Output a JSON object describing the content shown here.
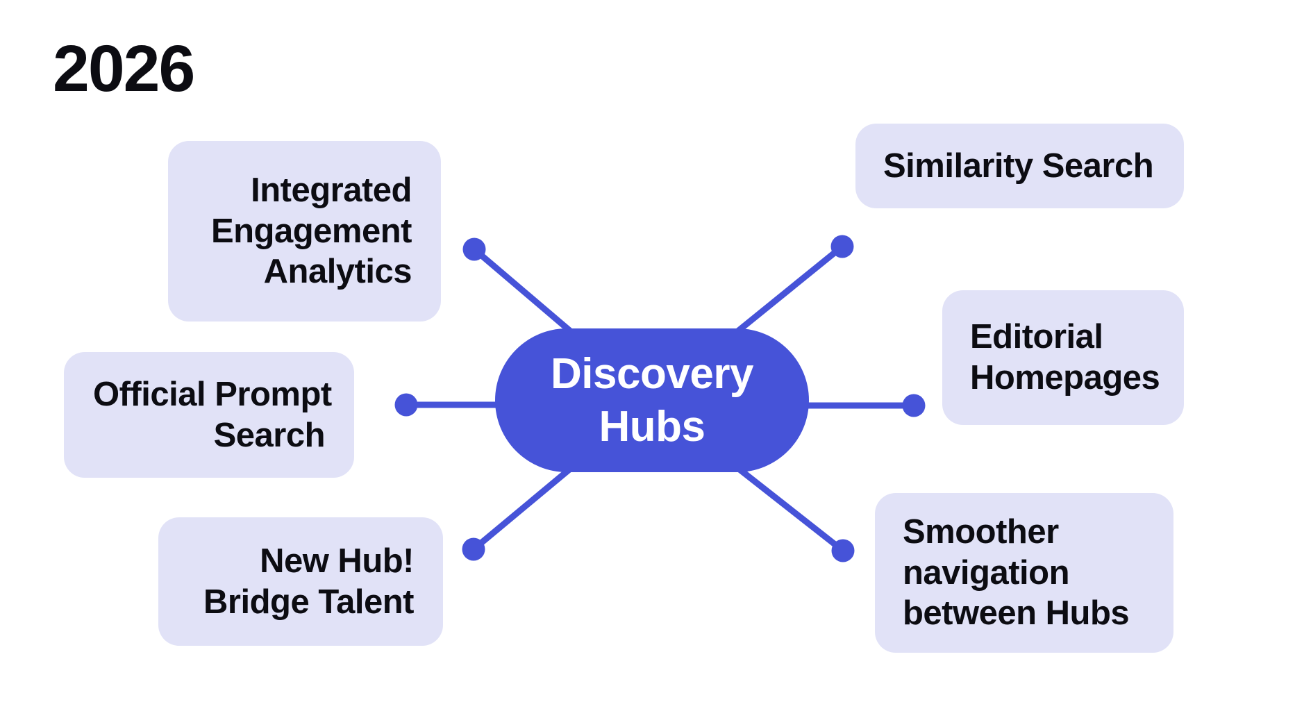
{
  "page": {
    "title": "2026"
  },
  "colors": {
    "accent": "#4653d8",
    "box_bg": "#e1e2f7",
    "text": "#0c0c12",
    "hub_text": "#ffffff",
    "background": "#ffffff"
  },
  "hub": {
    "lines": [
      "Discovery",
      "Hubs"
    ]
  },
  "nodes": [
    {
      "id": "integrated-engagement-analytics",
      "side": "left",
      "lines": [
        "Integrated",
        "Engagement",
        "Analytics"
      ]
    },
    {
      "id": "official-prompt-search",
      "side": "left",
      "lines": [
        "Official Prompt",
        "Search"
      ]
    },
    {
      "id": "new-hub-bridge-talent",
      "side": "left",
      "lines": [
        "New Hub!",
        "Bridge Talent"
      ]
    },
    {
      "id": "similarity-search",
      "side": "right",
      "lines": [
        "Similarity Search"
      ]
    },
    {
      "id": "editorial-homepages",
      "side": "right",
      "lines": [
        "Editorial",
        "Homepages"
      ]
    },
    {
      "id": "smoother-navigation-between-hubs",
      "side": "right",
      "lines": [
        "Smoother",
        "navigation",
        "between Hubs"
      ]
    }
  ]
}
